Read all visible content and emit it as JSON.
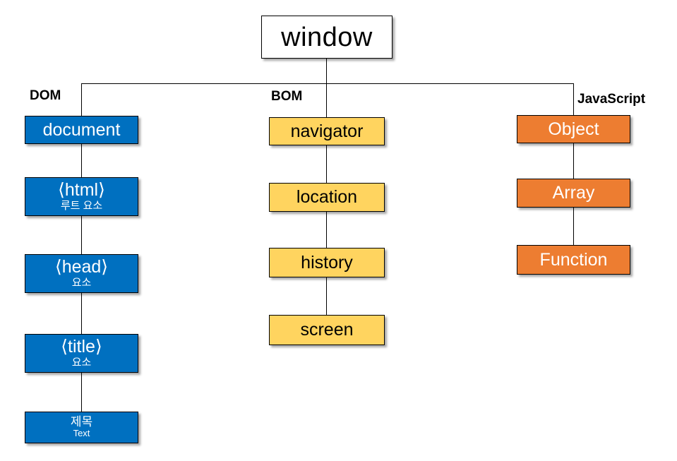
{
  "diagram": {
    "title": "window",
    "root": {
      "label": "window"
    },
    "columns": [
      {
        "key": "dom",
        "title": "DOM",
        "accent": "#0070C0",
        "text_color": "#FFFFFF",
        "nodes": [
          {
            "label": "document",
            "sublabel": ""
          },
          {
            "label": "⟨html⟩",
            "sublabel": "루트 요소"
          },
          {
            "label": "⟨head⟩",
            "sublabel": "요소"
          },
          {
            "label": "⟨title⟩",
            "sublabel": "요소"
          },
          {
            "label": "제목",
            "sublabel": "Text"
          }
        ]
      },
      {
        "key": "bom",
        "title": "BOM",
        "accent": "#FFD45F",
        "text_color": "#000000",
        "nodes": [
          {
            "label": "navigator",
            "sublabel": ""
          },
          {
            "label": "location",
            "sublabel": ""
          },
          {
            "label": "history",
            "sublabel": ""
          },
          {
            "label": "screen",
            "sublabel": ""
          }
        ]
      },
      {
        "key": "javascript",
        "title": "JavaScript",
        "accent": "#ED7D31",
        "text_color": "#FFFFFF",
        "nodes": [
          {
            "label": "Object",
            "sublabel": ""
          },
          {
            "label": "Array",
            "sublabel": ""
          },
          {
            "label": "Function",
            "sublabel": ""
          }
        ]
      }
    ]
  }
}
